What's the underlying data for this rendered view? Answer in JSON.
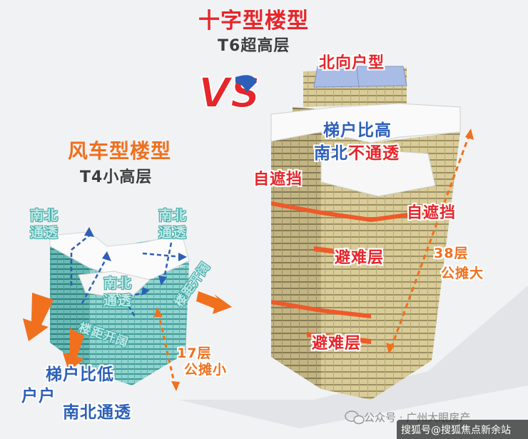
{
  "cross_type": {
    "title": "十字型楼型",
    "subtitle": "T6超高层"
  },
  "vs_text": "VS",
  "pinwheel_type": {
    "title": "风车型楼型",
    "subtitle": "T4小高层"
  },
  "tall_tower": {
    "north_unit": "北向户型",
    "high_ratio_line1": "梯户比高",
    "high_ratio_line2_a": "南北",
    "high_ratio_line2_b": "不通透",
    "self_shade": "自遮挡",
    "refuge_floor": "避难层",
    "floors_count": "38层",
    "shared_area": "公摊大"
  },
  "short_tower": {
    "ns_through": "南北通透",
    "spacing_wide": "楼距开阔",
    "floors_count": "17层",
    "shared_area": "公摊小",
    "low_ratio": "梯户比低",
    "every_unit_a": "户户",
    "every_unit_b": "南北通透"
  },
  "watermark": "公众号 · 广州大眼房产",
  "footer": "搜狐号@搜狐焦点新余站",
  "colors": {
    "red": "#e5262b",
    "orange": "#f0701e",
    "blue": "#2c5fb8",
    "tower_beige": "#d8cc9a",
    "tower_teal": "#7cc9c6"
  }
}
